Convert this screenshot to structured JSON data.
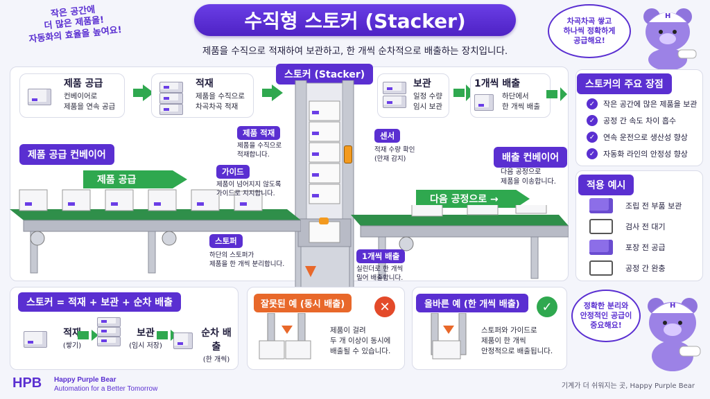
{
  "header": {
    "title": "수직형 스토커 (Stacker)",
    "subtitle": "제품을 수직으로 적재하여 보관하고, 한 개씩 순차적으로 배출하는 장치입니다."
  },
  "notes": {
    "top_left": [
      "작은 공간에",
      "더 많은 제품을!",
      "자동화의 효율을 높여요!"
    ],
    "bear_top": [
      "차곡차곡 쌓고",
      "하나씩 정확하게",
      "공급해요!"
    ],
    "bear_bottom": [
      "정확한 분리와",
      "안정적인 공급이",
      "중요해요!"
    ]
  },
  "flow": {
    "steps": [
      {
        "title": "제품 공급",
        "desc": [
          "컨베이어로",
          "제품을 연속 공급"
        ]
      },
      {
        "title": "적재",
        "desc": [
          "제품을 수직으로",
          "차곡차곡 적재"
        ]
      },
      {
        "title": "보관",
        "desc": [
          "일정 수량",
          "임시 보관"
        ]
      },
      {
        "title": "1개씩 배출",
        "desc": [
          "하단에서",
          "한 개씩 배출"
        ]
      }
    ],
    "stacker_label": "스토커 (Stacker)"
  },
  "diagram": {
    "infeed_label": "제품 공급 컨베이어",
    "infeed_band": "제품 공급",
    "outfeed_label": "배출 컨베이어",
    "outfeed_desc": [
      "다음 공정으로",
      "제품을 이송합니다."
    ],
    "outfeed_band": "다음 공정으로 →",
    "callouts": {
      "stacking": {
        "label": "제품 적재",
        "desc": [
          "제품을 수직으로",
          "적재합니다."
        ]
      },
      "guide": {
        "label": "가이드",
        "desc": [
          "제품이 넘어지지 않도록",
          "가이드로 지지합니다."
        ]
      },
      "stopper": {
        "label": "스토퍼",
        "desc": [
          "하단의 스토퍼가",
          "제품을 한 개씩 분리합니다."
        ]
      },
      "sensor": {
        "label": "센서",
        "desc": [
          "적재 수량 확인",
          "(만재 감지)"
        ]
      },
      "one_out": {
        "label": "1개씩 배출",
        "desc": [
          "실린더로 한 개씩",
          "밀어 배출합니다."
        ]
      }
    }
  },
  "advantages": {
    "title": "스토커의 주요 장점",
    "items": [
      "작은 공간에 많은 제품을 보관",
      "공정 간 속도 차이 흡수",
      "연속 운전으로 생산성 향상",
      "자동화 라인의 안정성 향상"
    ]
  },
  "examples": {
    "title": "적용 예시",
    "items": [
      "조립 전 부품 보관",
      "검사 전 대기",
      "포장 전 공급",
      "공정 간 완충"
    ]
  },
  "summary": {
    "title": "스토커 = 적재 + 보관 + 순차 배출",
    "items": [
      {
        "label": "적재",
        "sub": "(쌓기)"
      },
      {
        "label": "보관",
        "sub": "(임시 저장)"
      },
      {
        "label": "순차 배출",
        "sub": "(한 개씩)"
      }
    ]
  },
  "wrong": {
    "title": "잘못된 예 (동시 배출)",
    "desc": [
      "제품이 걸려",
      "두 개 이상이 동시에",
      "배출될 수 있습니다."
    ],
    "icon": "✕"
  },
  "right": {
    "title": "올바른 예 (한 개씩 배출)",
    "desc": [
      "스토퍼와 가이드로",
      "제품이 한 개씩",
      "안정적으로 배출됩니다."
    ],
    "icon": "✓"
  },
  "footer": {
    "logo": "HPB",
    "brand": "Happy Purple Bear",
    "tagline": "Automation for a Better Tomorrow",
    "right": "기계가 더 쉬워지는 곳, Happy Purple Bear"
  },
  "colors": {
    "primary": "#5a2fd1",
    "green": "#2fa84f",
    "orange": "#e8682a"
  }
}
